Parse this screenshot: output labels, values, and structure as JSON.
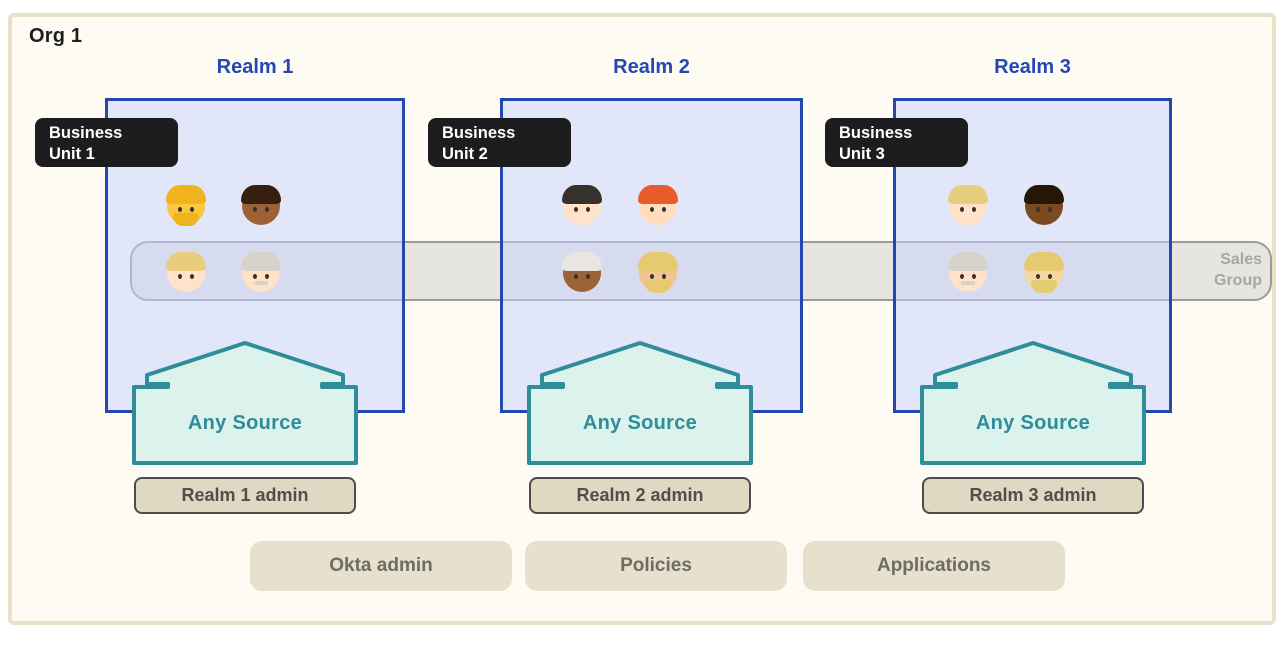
{
  "org": {
    "label": "Org 1"
  },
  "sales_group": {
    "line1": "Sales",
    "line2": "Group"
  },
  "bottom_buttons": [
    {
      "label": "Okta admin"
    },
    {
      "label": "Policies"
    },
    {
      "label": "Applications"
    }
  ],
  "realms": [
    {
      "title": "Realm 1",
      "business_unit_line1": "Business",
      "business_unit_line2": "Unit 1",
      "any_source_label": "Any Source",
      "admin_label": "Realm 1 admin",
      "members_top": [
        {
          "emoji": "🧔",
          "desc": "man with blond beard",
          "skin": "#f9c740",
          "hair": "#f0b31d",
          "beard": true
        },
        {
          "emoji": "👨🏾",
          "desc": "man medium-dark skin",
          "skin": "#9c6134",
          "hair": "#35200f"
        }
      ],
      "members_sales": [
        {
          "emoji": "👱🏻‍♀️",
          "desc": "blonde woman",
          "skin": "#ffe2c8",
          "hair": "#e9cd7e"
        },
        {
          "emoji": "👴🏻",
          "desc": "older man white mustache",
          "skin": "#ffe2c8",
          "hair": "#d8d3ca",
          "mustache": true
        }
      ]
    },
    {
      "title": "Realm 2",
      "business_unit_line1": "Business",
      "business_unit_line2": "Unit 2",
      "any_source_label": "Any Source",
      "admin_label": "Realm 2 admin",
      "members_top": [
        {
          "emoji": "👩🏻",
          "desc": "woman with black hair",
          "skin": "#ffe2c8",
          "hair": "#37312e"
        },
        {
          "emoji": "👨🏻‍🦰",
          "desc": "man with red hair",
          "skin": "#ffddbd",
          "hair": "#e85c2b"
        }
      ],
      "members_sales": [
        {
          "emoji": "🧓🏾",
          "desc": "older person dark skin white hair",
          "skin": "#9c6134",
          "hair": "#e9e6e2"
        },
        {
          "emoji": "🧔🏼",
          "desc": "man with blond beard",
          "skin": "#f0c493",
          "hair": "#e6ca72",
          "beard": true
        }
      ]
    },
    {
      "title": "Realm 3",
      "business_unit_line1": "Business",
      "business_unit_line2": "Unit 3",
      "any_source_label": "Any Source",
      "admin_label": "Realm 3 admin",
      "members_top": [
        {
          "emoji": "👱🏻‍♀️",
          "desc": "blonde woman",
          "skin": "#ffe2c8",
          "hair": "#e9cd7e"
        },
        {
          "emoji": "👨🏿",
          "desc": "man dark skin",
          "skin": "#7a4a21",
          "hair": "#241708"
        }
      ],
      "members_sales": [
        {
          "emoji": "👴🏻",
          "desc": "older man white mustache",
          "skin": "#ffe2c8",
          "hair": "#d8d3ca",
          "mustache": true
        },
        {
          "emoji": "👱🏼",
          "desc": "blond bearded man",
          "skin": "#f6d79e",
          "hair": "#e6ca72",
          "beard": true
        }
      ]
    }
  ],
  "colors": {
    "org_bg": "#fdfbf2",
    "org_border": "#e9e1c8",
    "title_text": "#1e1e1e",
    "realm_border": "#2447b2",
    "realm_title": "#2447b2",
    "realm_fill": "rgba(199,209,255,0.5)",
    "band_fill": "rgba(120,120,128,0.16)",
    "band_border": "#9b9b9e",
    "band_label": "#a6a6a6",
    "tag_bg": "#1d1d1f",
    "tag_text": "#ffffff",
    "teal": "#2f8d99",
    "mint": "#dcf2ec",
    "admin_fill": "#dfd8c2",
    "admin_border": "#4c4c4c",
    "admin_text": "#514f4a",
    "pill_fill": "#e6e0cc",
    "pill_text": "#6e6c64"
  }
}
